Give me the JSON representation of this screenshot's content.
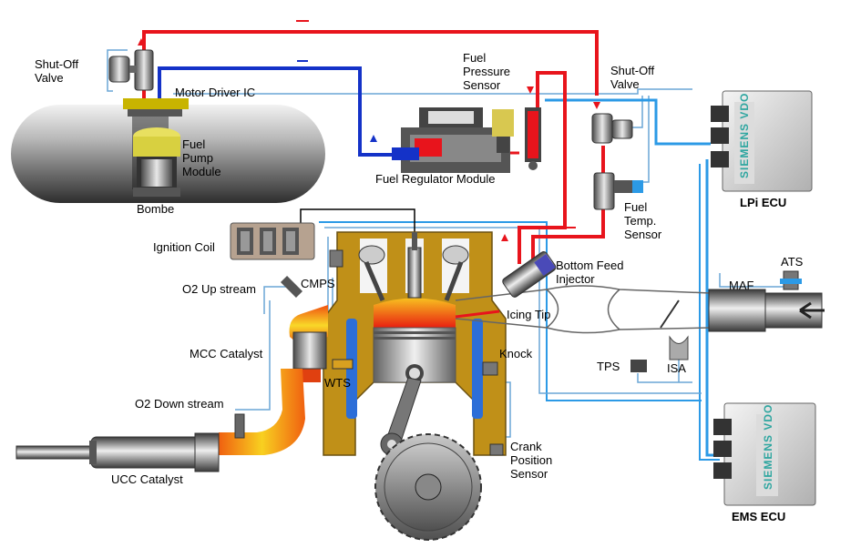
{
  "labels": {
    "shutoff_valve_left": "Shut-Off\nValve",
    "motor_driver_ic": "Motor Driver IC",
    "fuel_pump_module": "Fuel\nPump\nModule",
    "bombe": "Bombe",
    "fuel_pressure_sensor": "Fuel\nPressure\nSensor",
    "fuel_regulator_module": "Fuel Regulator Module",
    "shutoff_valve_right": "Shut-Off\nValve",
    "fuel_temp_sensor": "Fuel\nTemp.\nSensor",
    "lpi_ecu": "LPi ECU",
    "ignition_coil": "Ignition Coil",
    "cmps": "CMPS",
    "o2_up_stream": "O2 Up stream",
    "mcc_catalyst": "MCC Catalyst",
    "wts": "WTS",
    "o2_down_stream": "O2 Down stream",
    "ucc_catalyst": "UCC Catalyst",
    "bottom_feed_injector": "Bottom Feed\nInjector",
    "icing_tip": "Icing Tip",
    "knock": "Knock",
    "crank_position_sensor": "Crank\nPosition\nSensor",
    "ats": "ATS",
    "maf": "MAF",
    "tps": "TPS",
    "isa": "ISA",
    "ems_ecu": "EMS ECU",
    "siemens_upper": "SIEMENS VDO",
    "siemens_lower": "SIEMENS VDO"
  },
  "colors": {
    "fuel_supply": "#e8141c",
    "fuel_return": "#1432c8",
    "signal_wire": "#2c9ae6",
    "thin_wire": "#6aa6d6",
    "exhaust_hot": "#f05010",
    "exhaust_warm": "#f8c020",
    "engine_block": "#c09018",
    "coolant": "#2c6ed8"
  }
}
